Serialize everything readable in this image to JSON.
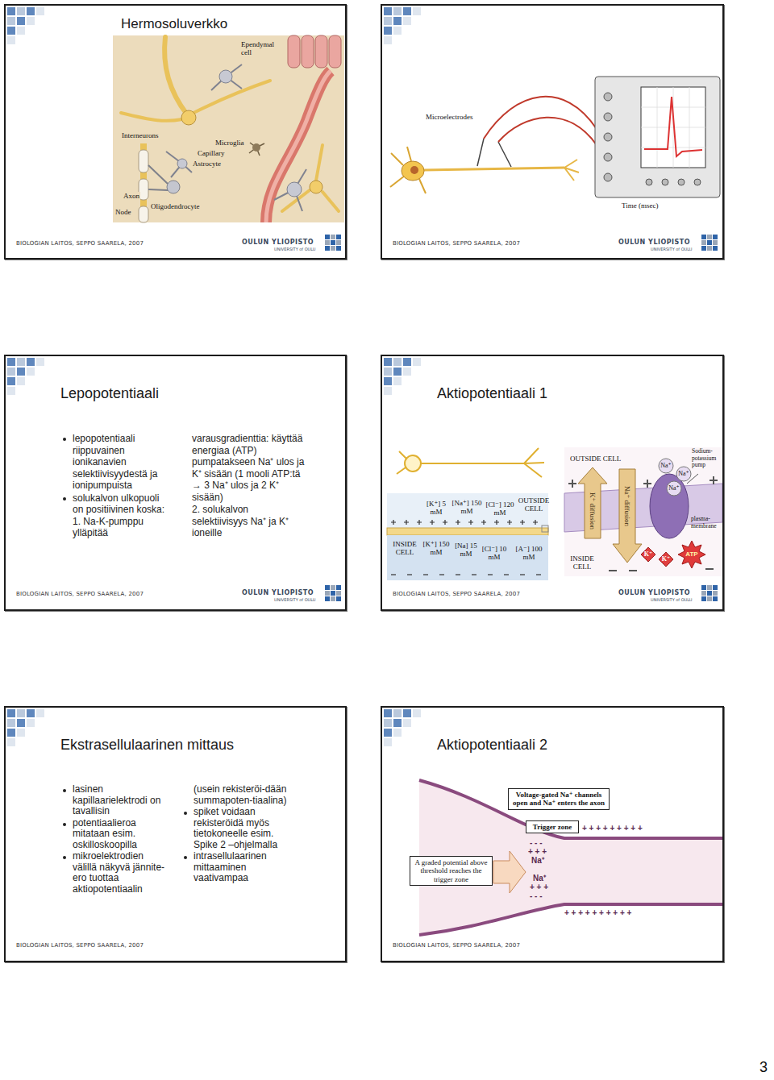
{
  "diagram": {
    "nodes": [
      {
        "text": [
          "Hermosoluverkko",
          "BIOLOGIAN LAITOS, SEPPO SAARELA, 2007"
        ]
      },
      {
        "text": [
          "BIOLOGIAN LAITOS, SEPPO SAARELA, 2007"
        ]
      },
      {
        "text": [
          "Lepopotentiaali",
          "BIOLOGIAN LAITOS, SEPPO SAARELA, 2007"
        ]
      },
      {
        "text": [
          "Aktiopotentiaali 1",
          "BIOLOGIAN LAITOS, SEPPO SAARELA, 2007"
        ]
      },
      {
        "text": [
          "Ekstrasellulaarinen mittaus",
          "BIOLOGIAN LAITOS, SEPPO SAARELA, 2007"
        ]
      },
      {
        "text": [
          "Aktiopotentiaali 2",
          "BIOLOGIAN LAITOS, SEPPO SAARELA, 2007"
        ]
      },
      {
        "text": [
          "Voltage-gated Na⁺ channels open and Na⁺ enters the axon"
        ],
        "in": 5
      },
      {
        "text": [
          "Trigger zone"
        ],
        "in": 5
      },
      {
        "text": [
          "A graded potential above threshold reaches the trigger zone"
        ],
        "in": 5
      }
    ],
    "labels": [
      "Ependymal cell",
      "Interneurons",
      "Microglia",
      "Capillary",
      "Astrocyte",
      "Axon",
      "Node",
      "Oligodendrocyte",
      "OULUN YLIOPISTO",
      "UNIVERSITY of OULU",
      "Microelectrodes",
      "Time (msec)",
      "OULUN YLIOPISTO",
      "UNIVERSITY of OULU",
      "lepopotentiaali riippuvainen ionikanavien selektiivisyydestä ja ionipumpuista",
      "solukalvon ulkopuoli on positiivinen koska: 1. Na-K-pumppu ylläpitää",
      "varausgradienttia: käyttää energiaa (ATP) pumpatakseen Na⁺ ulos ja K⁺ sisään (1 mooli ATP:tä → 3 Na⁺ ulos ja 2 K⁺ sisään)",
      "2. solukalvon selektiivisyys Na⁺ ja K⁺ ioneille",
      "OULUN YLIOPISTO",
      "UNIVERSITY of OULU",
      "[K⁺] 5 mM",
      "[Na⁺] 150 mM",
      "[Cl⁻] 120 mM",
      "OUTSIDE CELL",
      "INSIDE CELL",
      "[K⁺] 150 mM",
      "[Na] 15 mM",
      "[Cl⁻] 10 mM",
      "[A⁻] 100 mM",
      "OUTSIDE CELL",
      "INSIDE CELL",
      "K⁺ diffusion",
      "Na⁺ diffusion",
      "Sodium-potassium pump",
      "plasma-membrane",
      "Na⁺",
      "Na⁺",
      "Na⁺",
      "K⁺",
      "K⁺",
      "ATP",
      "OULUN YLIOPISTO",
      "UNIVERSITY of OULU",
      "lasinen kapillaarielektrodi on tavallisin",
      "potentiaalieroa mitataan esim. oskilloskoopilla",
      "mikroelektrodien välillä näkyvä jännite-ero tuottaa aktiopotentiaalin",
      "(usein rekisteröi-dään summapoten-tiaalina)",
      "spiket voidaan rekisteröidä myös tietokoneelle esim. Spike 2 –ohjelmalla",
      "intrasellulaarinen mittaaminen vaativampaa",
      "+ + + + + + + + +",
      "- - -",
      "+ + +",
      "Na⁺",
      "Na⁺",
      "+ + +",
      "- - -",
      "+ + + + + + + + + +",
      "3"
    ]
  }
}
